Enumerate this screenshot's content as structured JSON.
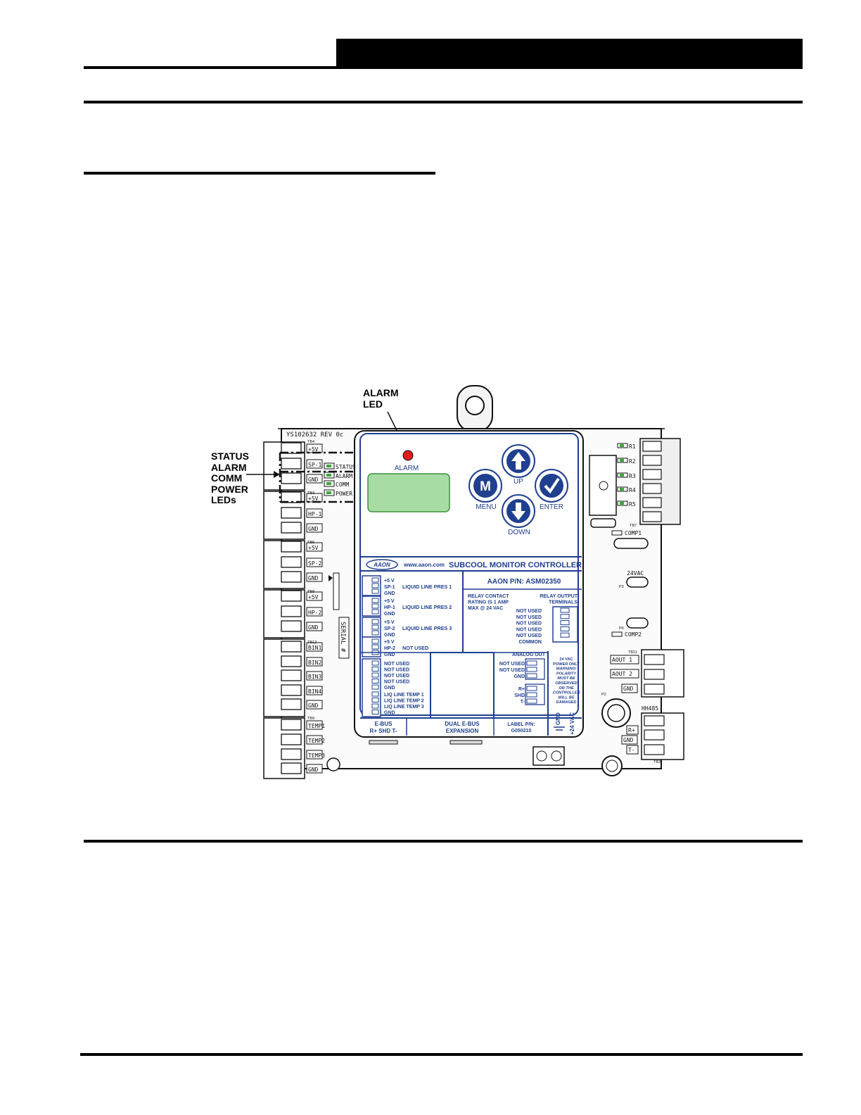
{
  "callouts": {
    "alarm_led": [
      "ALARM",
      "LED"
    ],
    "status_leds": [
      "STATUS",
      "ALARM",
      "COMM",
      "POWER",
      "LEDs"
    ]
  },
  "board": {
    "rev": "YS102632 REV 0c",
    "left_terminals": [
      "+5V",
      "SP-1",
      "GND",
      "+5V",
      "HP-1",
      "GND",
      "+5V",
      "SP-2",
      "GND",
      "+5V",
      "HP-2",
      "GND",
      "BIN1",
      "BIN2",
      "BIN3",
      "BIN4",
      "GND",
      "TEMP1",
      "TEMP2",
      "TEMP3",
      "GND"
    ],
    "led_labels": [
      "STATUS",
      "ALARM",
      "COMM",
      "POWER"
    ],
    "serial": "SERIAL #",
    "right_labels": [
      "R1",
      "R2",
      "R3",
      "R4",
      "R5",
      "COMP1",
      "24VAC",
      "COMP2"
    ],
    "bottom_right_labels": [
      "AOUT 1",
      "AOUT 2",
      "GND",
      "HH485",
      "R+",
      "GND",
      "T-"
    ],
    "tb_labels": [
      "TB4",
      "TB3",
      "TB6",
      "TB8",
      "TB12",
      "TB9",
      "TB7",
      "TB11",
      "TB2",
      "P2",
      "P3",
      "P6"
    ]
  },
  "panel": {
    "alarm_label": "ALARM",
    "buttons": {
      "menu": "MENU",
      "up": "UP",
      "enter": "ENTER",
      "down": "DOWN",
      "menu_glyph": "M"
    },
    "brand": "AAON",
    "url": "www.aaon.com",
    "title": "SUBCOOL MONITOR CONTROLLER",
    "part_number": "AAON P/N: ASM02350",
    "inputs": [
      {
        "pins": [
          "+5 V",
          "SP-1",
          "GND"
        ],
        "label": "LIQUID LINE PRES 1"
      },
      {
        "pins": [
          "+5 V",
          "HP-1",
          "GND"
        ],
        "label": "LIQUID LINE PRES 2"
      },
      {
        "pins": [
          "+5 V",
          "SP-2",
          "GND"
        ],
        "label": "LIQUID LINE PRES 3"
      },
      {
        "pins": [
          "+5 V",
          "HP-2",
          "GND"
        ],
        "label": "NOT USED"
      }
    ],
    "bin_inputs": [
      "NOT USED",
      "NOT USED",
      "NOT USED",
      "NOT USED",
      "GND"
    ],
    "temp_inputs": [
      "LIQ LINE TEMP 1",
      "LIQ LINE TEMP 2",
      "LIQ LINE TEMP 3",
      "GND"
    ],
    "relay_contact": [
      "RELAY CONTACT",
      "RATING IS 1 AMP",
      "MAX @ 24 VAC"
    ],
    "relay_outputs_title": [
      "RELAY OUTPUT",
      "TERMINALS"
    ],
    "relay_outputs": [
      "NOT USED",
      "NOT USED",
      "NOT USED",
      "NOT USED",
      "NOT USED",
      "COMMON"
    ],
    "analog_out_title": "ANALOG OUT",
    "analog_out": [
      "NOT USED",
      "NOT USED",
      "GND"
    ],
    "ebus_pins": [
      "R+",
      "SHD",
      "T-"
    ],
    "warning": [
      "24 VAC",
      "POWER ONLY",
      "WARNING!",
      "POLARITY",
      "MUST BE",
      "OBSERVED",
      "OR THE",
      "CONTROLLER",
      "WILL BE",
      "DAMAGED"
    ],
    "power_labels": [
      "GND",
      "+24 VAC"
    ],
    "ebus": [
      "E-BUS",
      "R+ SHD T-"
    ],
    "dual_ebus": [
      "DUAL E-BUS",
      "EXPANSION"
    ],
    "label_pn": [
      "LABEL P/N:",
      "G050210"
    ]
  },
  "colors": {
    "blue": "#1f3f8f",
    "alarm_red": "#e21b1b",
    "lcd_green": "#a8dca5",
    "led_green": "#3aa83a"
  }
}
